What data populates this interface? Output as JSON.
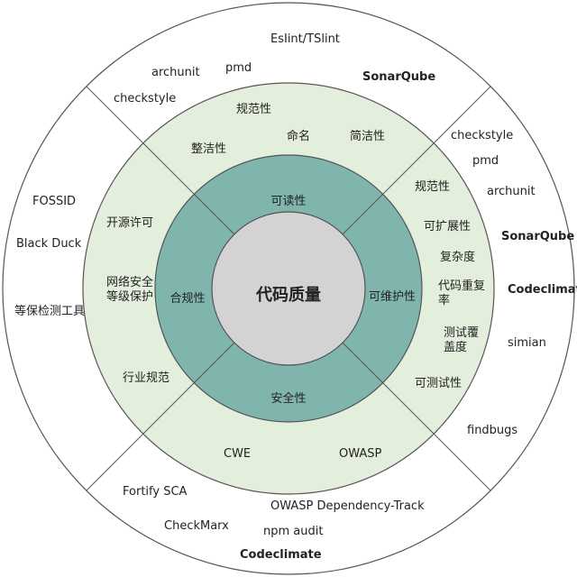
{
  "center": "代码质量",
  "dimensions": {
    "top": "可读性",
    "right": "可维护性",
    "bottom": "安全性",
    "left": "合规性"
  },
  "readability": [
    "规范性",
    "整洁性",
    "命名",
    "简洁性"
  ],
  "maintainability": [
    "规范性",
    "可扩展性",
    "复杂度",
    "代码重复率",
    "测试覆盖度",
    "可测试性"
  ],
  "security": [
    "CWE",
    "OWASP"
  ],
  "compliance": [
    "开源许可",
    "网络安全等级保护",
    "行业规范"
  ],
  "tools_top": [
    "EsIint/TSlint",
    "archunit",
    "pmd",
    "SonarQube",
    "checkstyle"
  ],
  "tools_right": [
    "checkstyle",
    "pmd",
    "archunit",
    "SonarQube",
    "Codeclimate",
    "simian",
    "findbugs"
  ],
  "tools_bottom": [
    "Fortify SCA",
    "OWASP Dependency-Track",
    "CheckMarx",
    "npm audit",
    "Codeclimate"
  ],
  "tools_left": [
    "FOSSID",
    "Black Duck",
    "等保检测工具"
  ],
  "colors": {
    "outer_ring": "#ffffff",
    "middle_ring": "#e3eedc",
    "inner_ring": "#7fb5ad",
    "center": "#d3d3d3",
    "stroke": "#555555"
  }
}
